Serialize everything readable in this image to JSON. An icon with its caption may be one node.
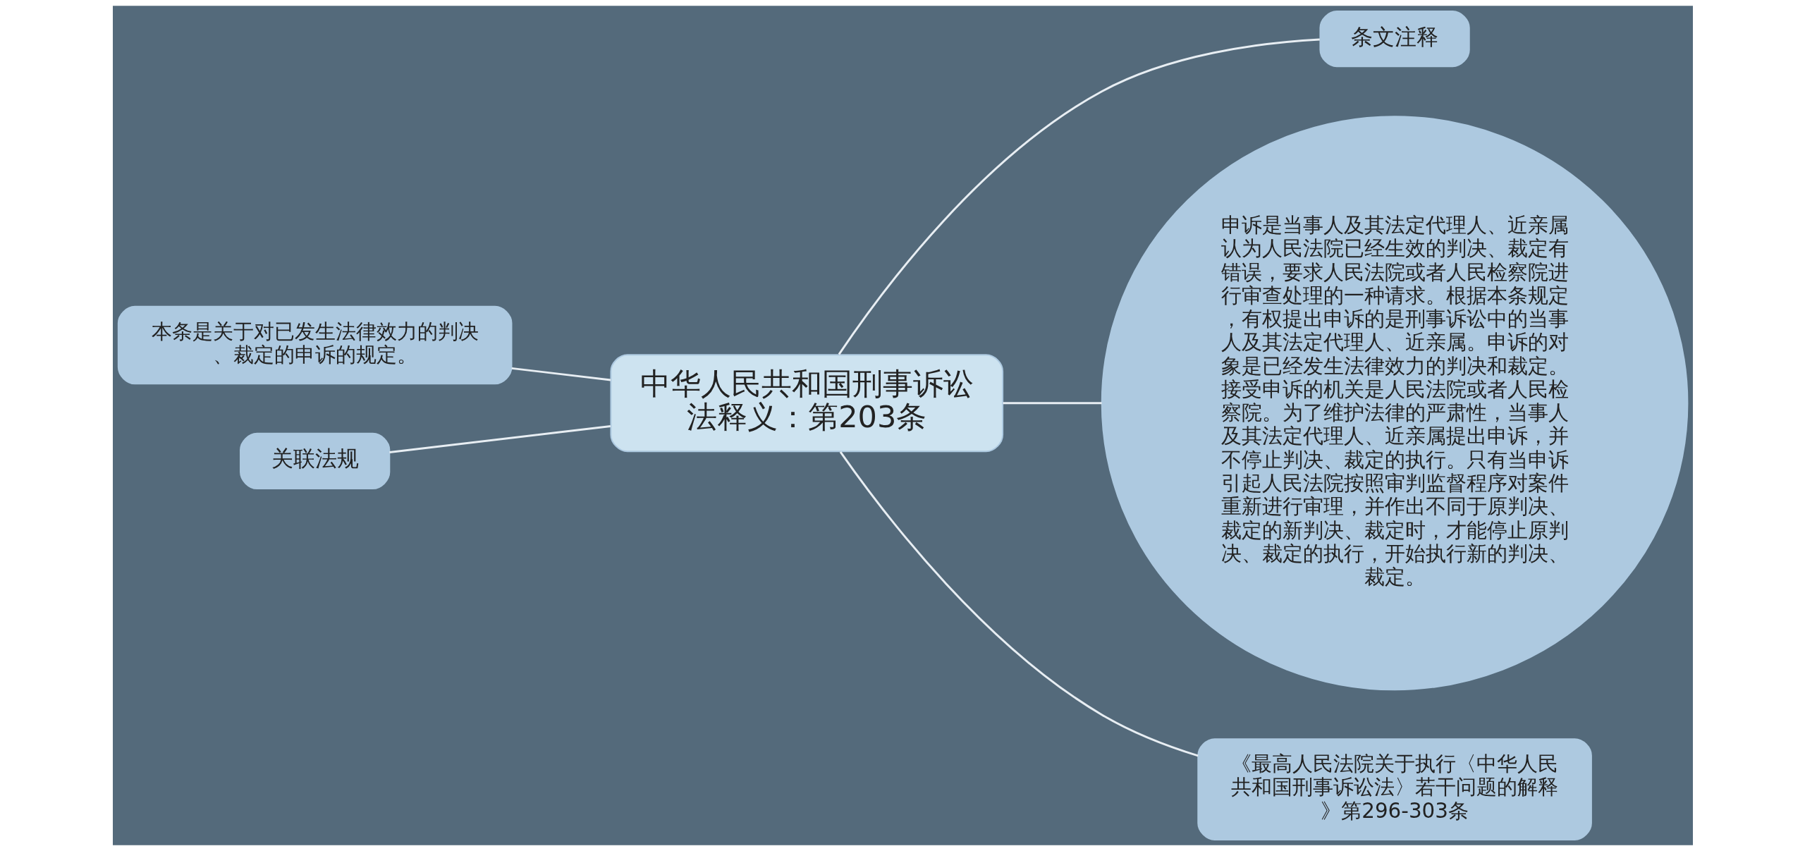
{
  "diagram": {
    "nodes": [
      {
        "text": [
          "条文注释"
        ]
      },
      {
        "text": [
          "申诉是当事人及其法定代理人、近亲属认为人民法院已经生效的判决、裁定有错误，要求人民法院或者人民检察院进行审查处理的一种请求。根据本条规定，有权提出申诉的是刑事诉讼中的当事人及其法定代理人、近亲属。申诉的对象是已经发生法律效力的判决和裁定。接受申诉的机关是人民法院或者人民检察院。为了维护法律的严肃性，当事人及其法定代理人、近亲属提出申诉，并不停止判决、裁定的执行。只有当申诉引起人民法院按照审判监督程序对案件重新进行审理，并作出不同于原判决、裁定的新判决、裁定时，才能停止原判决、裁定的执行，开始执行新的判决、裁定。"
        ]
      },
      {
        "text": [
          "本条是关于对已发生法律效力的判决、裁定的申诉的规定。"
        ]
      },
      {
        "text": [
          "中华人民共和国刑事诉讼法释义：第203条"
        ]
      },
      {
        "text": [
          "关联法规"
        ]
      },
      {
        "text": [
          "《最高人民法院关于执行〈中华人民共和国刑事诉讼法〉若干问题的解释》第296-303条"
        ]
      }
    ],
    "edges": [
      {
        "from": 3,
        "to": 0,
        "arrow": "none"
      },
      {
        "from": 3,
        "to": 1,
        "arrow": "none"
      },
      {
        "from": 2,
        "to": 3,
        "arrow": "none"
      },
      {
        "from": 4,
        "to": 3,
        "arrow": "none"
      },
      {
        "from": 3,
        "to": 5,
        "arrow": "none"
      }
    ]
  }
}
